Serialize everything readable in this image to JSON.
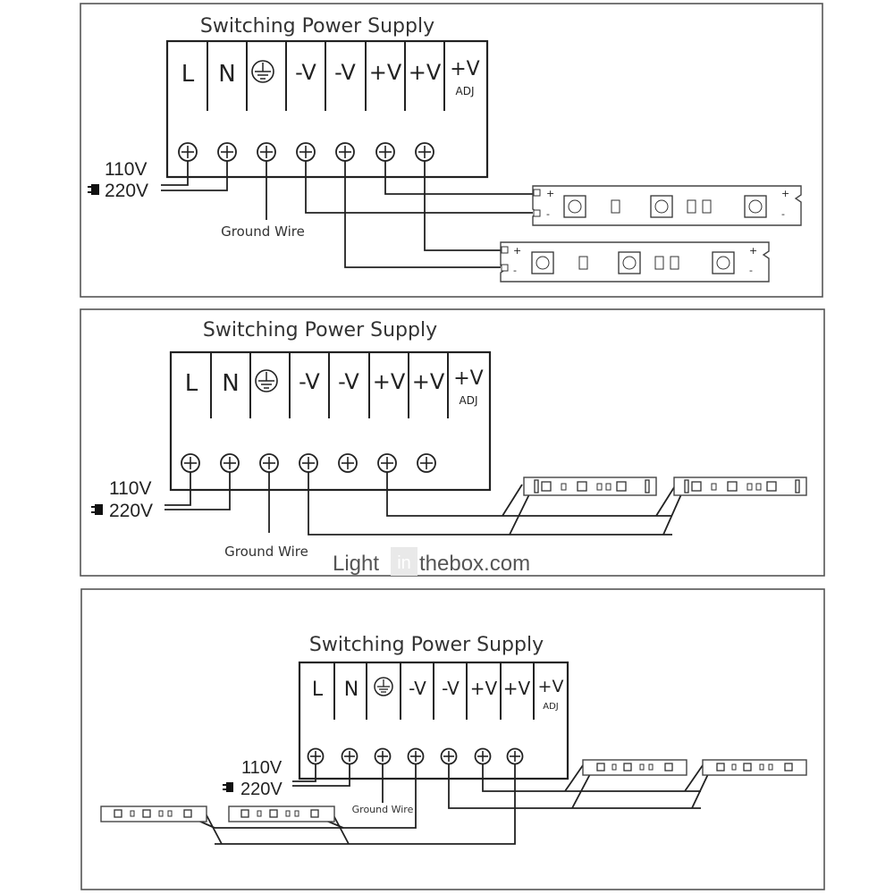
{
  "panels": [
    {
      "title": "Switching Power Supply",
      "terminals": [
        "L",
        "N",
        "⏚",
        "-V",
        "-V",
        "+V",
        "+V",
        "+V"
      ],
      "adj_label": "ADJ",
      "input_voltages": [
        "110V",
        "220V"
      ],
      "ground_label": "Ground Wire",
      "strip_pad_labels": [
        "+",
        "-"
      ]
    },
    {
      "title": "Switching Power Supply",
      "terminals": [
        "L",
        "N",
        "⏚",
        "-V",
        "-V",
        "+V",
        "+V",
        "+V"
      ],
      "adj_label": "ADJ",
      "input_voltages": [
        "110V",
        "220V"
      ],
      "ground_label": "Ground Wire"
    },
    {
      "title": "Switching Power Supply",
      "terminals": [
        "L",
        "N",
        "⏚",
        "-V",
        "-V",
        "+V",
        "+V",
        "+V"
      ],
      "adj_label": "ADJ",
      "input_voltages": [
        "110V",
        "220V"
      ],
      "ground_label": "Ground Wire"
    }
  ],
  "watermark": {
    "left": "Light",
    "middle": "in",
    "right": "thebox.com"
  },
  "colors": {
    "line": "#222222",
    "frame": "#555555",
    "text": "#333333"
  }
}
